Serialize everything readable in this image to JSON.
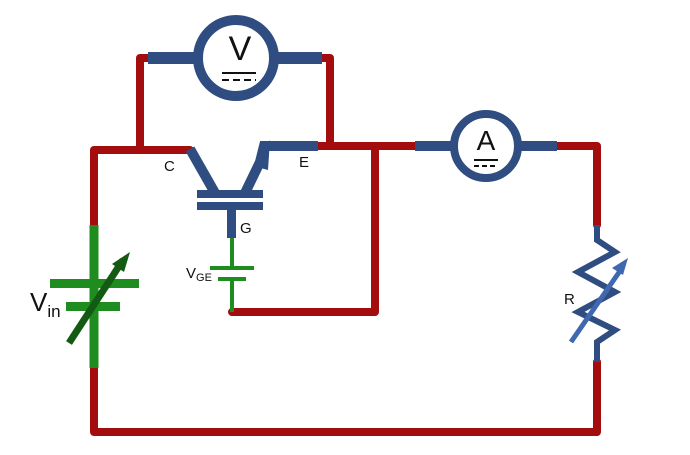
{
  "diagram": {
    "title": "IGBT test circuit",
    "labels": {
      "collector": "C",
      "emitter": "E",
      "gate": "G",
      "vge_main": "V",
      "vge_sub": "GE",
      "vin_main": "V",
      "vin_sub": "in",
      "resistor": "R",
      "voltmeter": "V",
      "ammeter": "A"
    },
    "colors": {
      "wire": "#a30d0d",
      "component": "#2f4d80",
      "source": "#1e8c1e",
      "arrow_dark": "#135a13",
      "arrow_blue": "#3f68b0"
    }
  }
}
